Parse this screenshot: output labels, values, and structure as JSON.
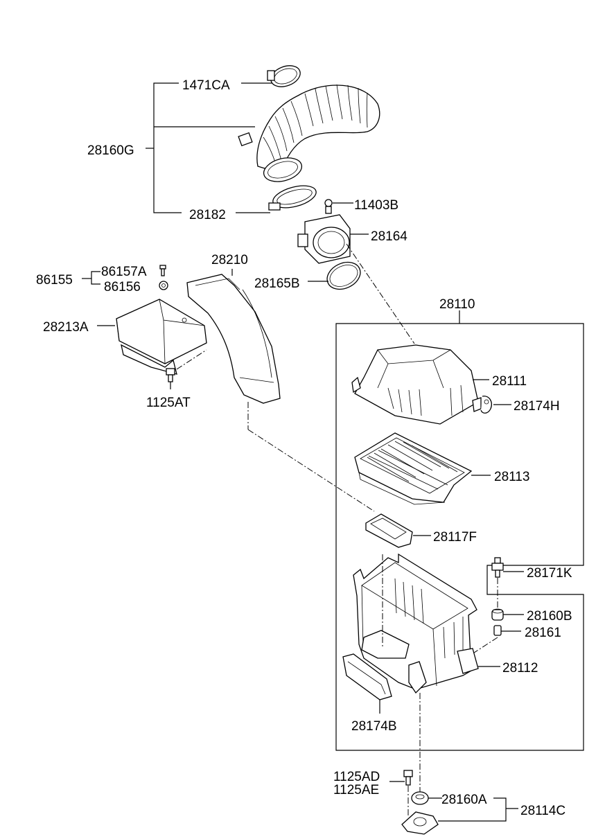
{
  "labels": {
    "p1471CA": "1471CA",
    "p28160G": "28160G",
    "p28182": "28182",
    "p11403B": "11403B",
    "p28164": "28164",
    "p28165B": "28165B",
    "p28210": "28210",
    "p86155": "86155",
    "p86157A": "86157A",
    "p86156": "86156",
    "p28213A": "28213A",
    "p1125AT": "1125AT",
    "p28110": "28110",
    "p28111": "28111",
    "p28174H": "28174H",
    "p28113": "28113",
    "p28117F": "28117F",
    "p28171K": "28171K",
    "p28160B": "28160B",
    "p28161": "28161",
    "p28112": "28112",
    "p28174B": "28174B",
    "p1125AD": "1125AD",
    "p1125AE": "1125AE",
    "p28160A": "28160A",
    "p28114C": "28114C"
  }
}
